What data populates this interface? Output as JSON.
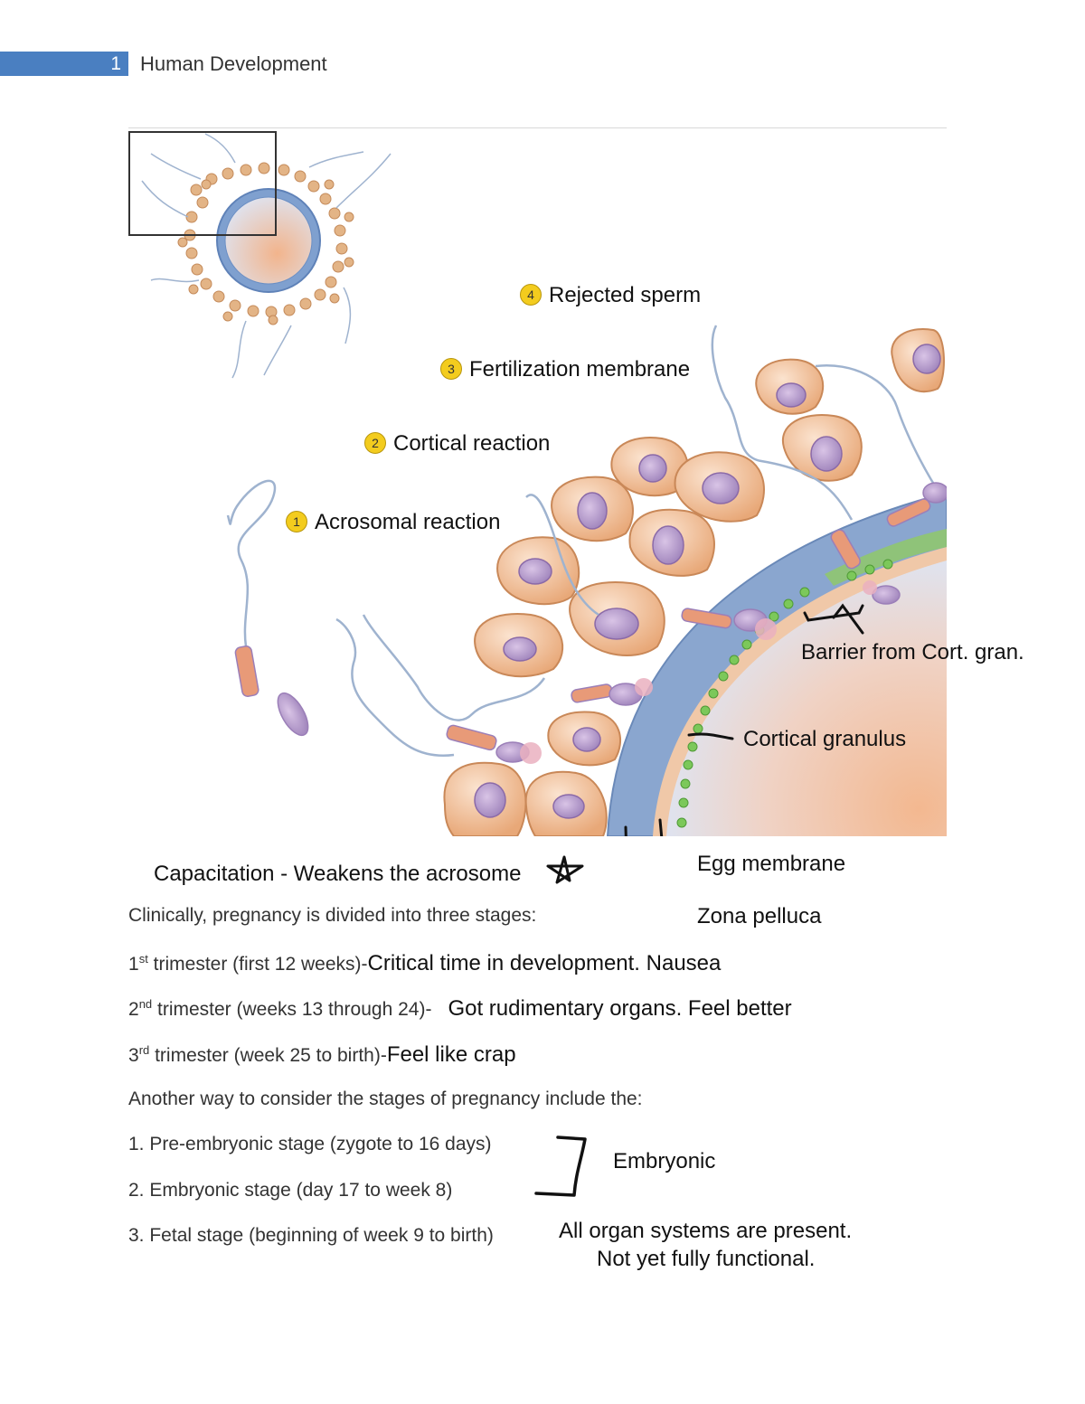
{
  "header": {
    "page_number": "1",
    "title": "Human Development"
  },
  "figure": {
    "labels": {
      "rejected_sperm": {
        "num": "4",
        "text": "Rejected sperm"
      },
      "fertilization_membrane": {
        "num": "3",
        "text": "Fertilization membrane"
      },
      "cortical_reaction": {
        "num": "2",
        "text": "Cortical reaction"
      },
      "acrosomal_reaction": {
        "num": "1",
        "text": "Acrosomal reaction"
      }
    },
    "annotations": {
      "barrier": "Barrier from Cort. gran.",
      "cortical_granulus": "Cortical granulus",
      "egg_membrane": "Egg membrane",
      "zona": "Zona pelluca"
    }
  },
  "notes": {
    "capacitation": "Capacitation - Weakens the acrosome",
    "clinical_intro": "Clinically, pregnancy is divided into three stages:",
    "trimesters": [
      {
        "num": "1",
        "sup": "st",
        "text": " trimester (first 12 weeks)-",
        "note": "Critical time in development. Nausea"
      },
      {
        "num": "2",
        "sup": "nd",
        "text": " trimester (weeks 13 through 24)-",
        "note": "Got rudimentary organs. Feel better"
      },
      {
        "num": "3",
        "sup": "rd",
        "text": " trimester (week 25 to birth)-",
        "note": "Feel like crap"
      }
    ],
    "another_way": "Another way to consider the stages of pregnancy include the:",
    "stages": [
      "1. Pre-embryonic stage (zygote to 16 days)",
      "2. Embryonic stage (day 17 to week 8)",
      "3. Fetal stage (beginning of week 9 to birth)"
    ],
    "embryonic_note": "Embryonic",
    "fetal_note_line1": "All organ systems are present.",
    "fetal_note_line2": "Not yet fully functional."
  }
}
